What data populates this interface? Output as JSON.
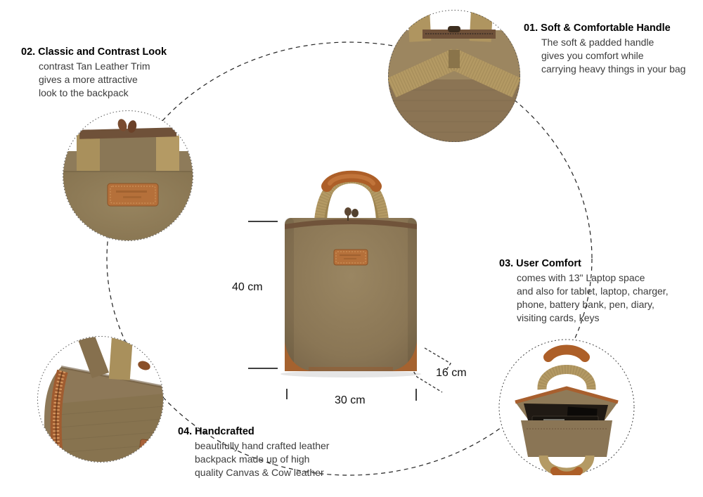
{
  "features": [
    {
      "number": "01",
      "title": "01. Soft & Comfortable Handle",
      "lines": [
        "The soft & padded handle",
        "gives you comfort while",
        "carrying heavy things in your bag"
      ]
    },
    {
      "number": "02",
      "title": "02. Classic and Contrast Look",
      "lines": [
        "contrast Tan Leather Trim",
        "gives a more attractive",
        "look to the backpack"
      ]
    },
    {
      "number": "03",
      "title": "03. User Comfort",
      "lines": [
        "comes with 13\" Laptop space",
        "and also for tablet, laptop, charger,",
        "phone, battery bank, pen, diary,",
        "visiting cards, keys"
      ]
    },
    {
      "number": "04",
      "title": "04. Handcrafted",
      "lines": [
        "beautifully hand crafted leather",
        "backpack made up of high",
        "quality Canvas & Cow leather"
      ]
    }
  ],
  "dimensions": {
    "height": "40 cm",
    "width": "30 cm",
    "depth": "16 cm"
  },
  "colors": {
    "canvas": "#8e7a58",
    "canvas_dark": "#7c6947",
    "webbing": "#b49a64",
    "leather": "#ad5f28",
    "leather_patch": "#b5703a",
    "top_edge": "#6f5139",
    "interior": "#201a14",
    "outline": "#222222",
    "body_text": "#3c3c3c"
  }
}
